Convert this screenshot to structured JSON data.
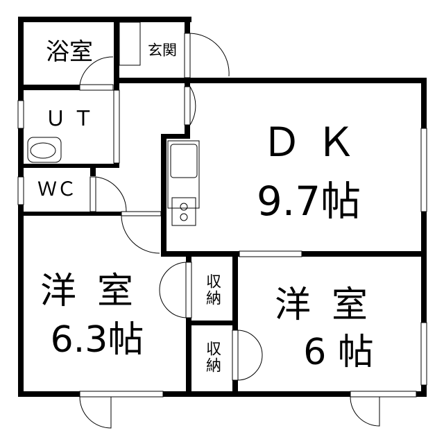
{
  "floorplan": {
    "rooms": {
      "bath": "浴室",
      "entrance": "玄関",
      "utility": "ＵＴ",
      "toilet": "ＷＣ",
      "dk_name": "ＤＫ",
      "dk_size": "9.7帖",
      "western1_name": "洋室",
      "western1_size": "6.3帖",
      "closet1": "収納",
      "closet2": "収納",
      "western2_name": "洋室",
      "western2_size": "6 帖"
    },
    "colors": {
      "wall": "#000000",
      "background": "#ffffff"
    }
  }
}
